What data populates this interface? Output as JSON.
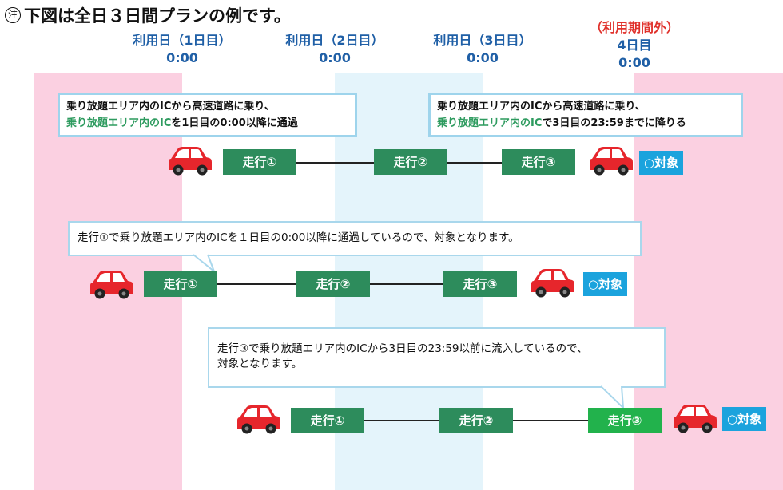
{
  "title": {
    "mark": "注",
    "text": "下図は全日３日間プランの例です。"
  },
  "days": [
    {
      "label": "利用日（1日目）",
      "time": "0:00"
    },
    {
      "label": "利用日（2日目）",
      "time": "0:00"
    },
    {
      "label": "利用日（3日目）",
      "time": "0:00"
    },
    {
      "note": "（利用期間外）",
      "label": "4日目",
      "time": "0:00"
    }
  ],
  "callouts": {
    "top_left": {
      "line1": "乗り放題エリア内のICから高速道路に乗り、",
      "line2_hl": "乗り放題エリア内のIC",
      "line2_rest": "を1日目の0:00以降に通過"
    },
    "top_right": {
      "line1": "乗り放題エリア内のICから高速道路に乗り、",
      "line2_hl": "乗り放題エリア内のIC",
      "line2_rest": "で3日目の23:59までに降りる"
    },
    "middle": {
      "text": "走行①で乗り放題エリア内のICを１日目の0:00以降に通過しているので、対象となります。"
    },
    "bottom": {
      "line1": "走行③で乗り放題エリア内のICから3日目の23:59以前に流入しているので、",
      "line2": "対象となります。"
    }
  },
  "runs": {
    "run1": "走行①",
    "run2": "走行②",
    "run3": "走行③"
  },
  "target_label": "○対象",
  "colors": {
    "pink_band": "#fbd0e1",
    "blue_band": "#e4f4fb",
    "run_green": "#2d8c5c",
    "run_bright": "#22b24c",
    "target_blue": "#1ba3dd",
    "car_red": "#e6262c",
    "day_blue": "#1f5fa6",
    "outside_red": "#e0312b"
  },
  "icons": [
    "red-car-icon",
    "note-circle-icon"
  ]
}
